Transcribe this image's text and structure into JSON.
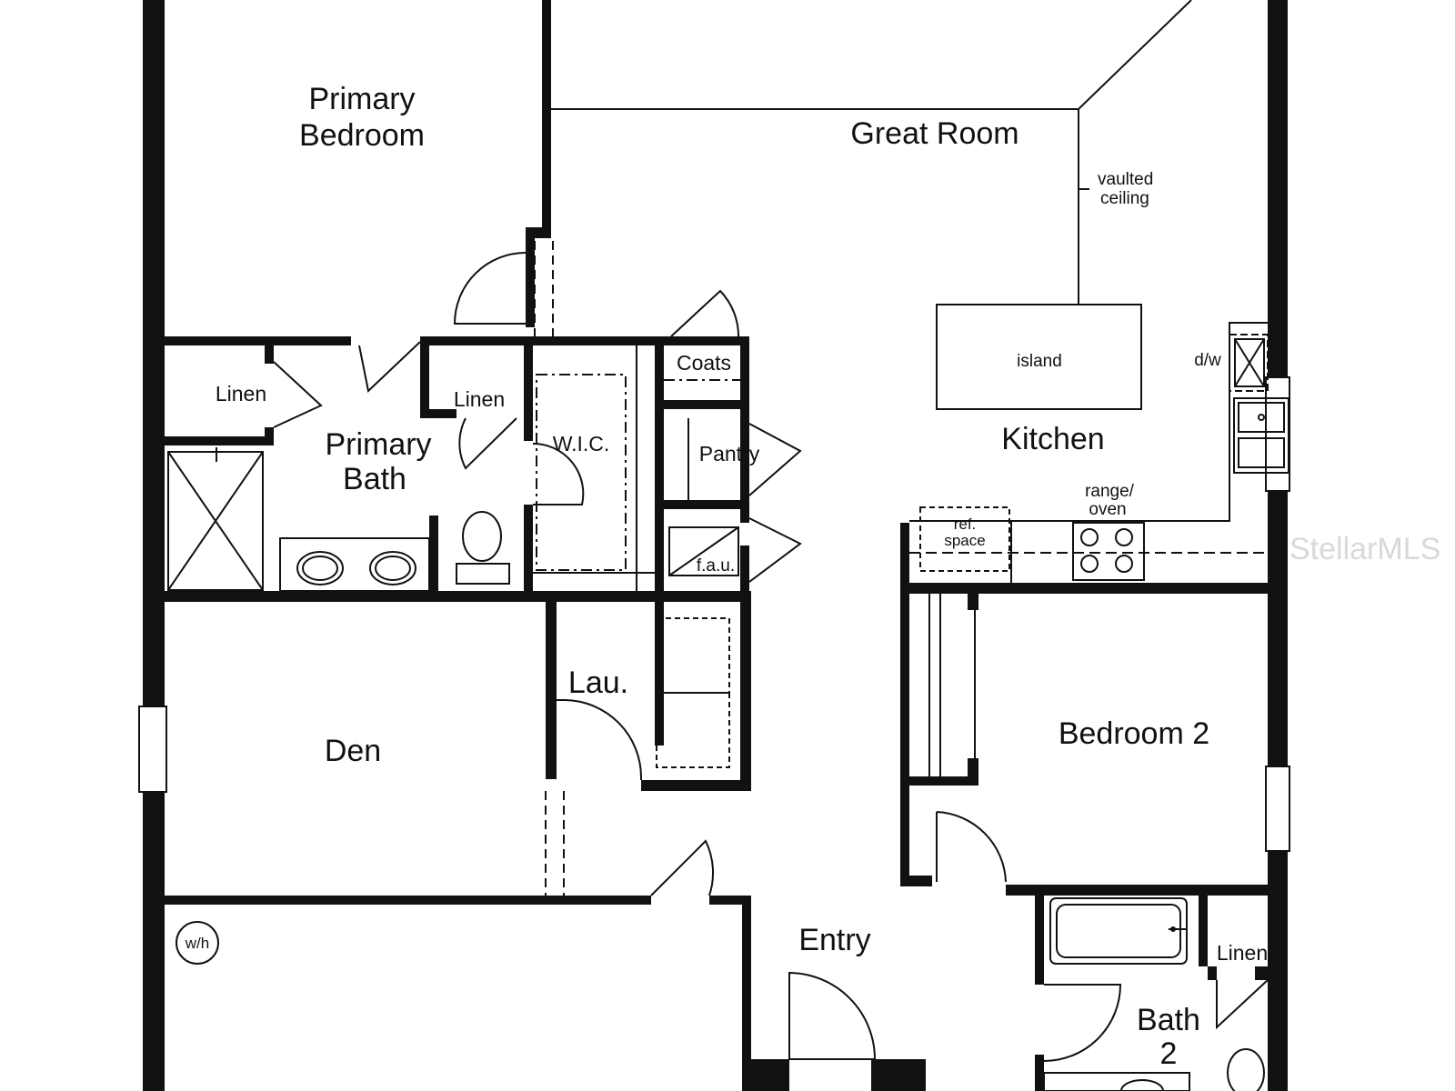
{
  "rooms": {
    "primary_bedroom": [
      "Primary",
      "Bedroom"
    ],
    "great_room": "Great Room",
    "vaulted_ceiling": [
      "vaulted",
      "ceiling"
    ],
    "island": "island",
    "kitchen": "Kitchen",
    "dw": "d/w",
    "range_oven": [
      "range/",
      "oven"
    ],
    "ref_space": [
      "ref.",
      "space"
    ],
    "coats": "Coats",
    "linen_left": "Linen",
    "linen_mid": "Linen",
    "primary_bath": [
      "Primary",
      "Bath"
    ],
    "wic": "W.I.C.",
    "pantry": "Pantry",
    "fau": "f.a.u.",
    "laundry": "Lau.",
    "den": "Den",
    "bedroom2": "Bedroom 2",
    "wh": "w/h",
    "entry": "Entry",
    "linen_right": "Linen",
    "bath2": [
      "Bath",
      "2"
    ]
  },
  "watermark": "StellarMLS"
}
